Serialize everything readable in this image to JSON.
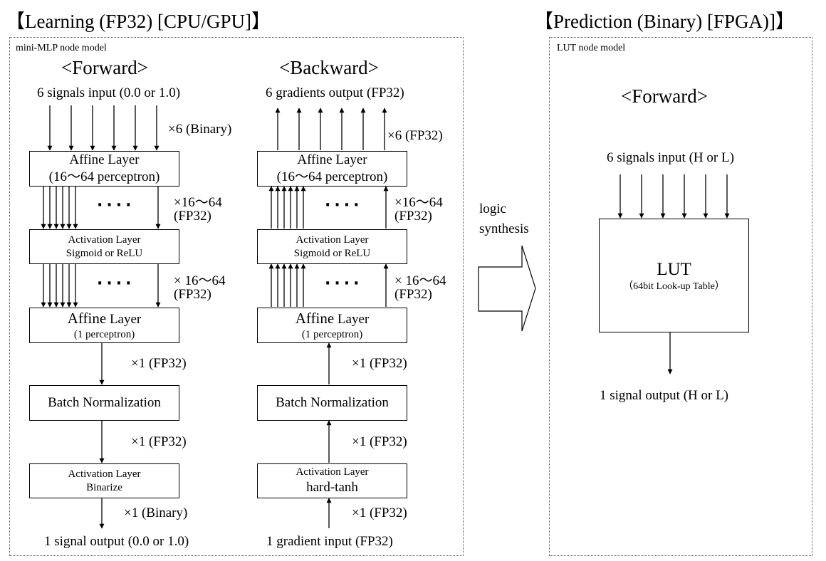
{
  "titles": {
    "learning": "【Learning (FP32)  [CPU/GPU]】",
    "prediction": "【Prediction (Binary) [FPGA)]】"
  },
  "learning_panel": {
    "caption": "mini-MLP node model",
    "forward": {
      "header": "<Forward>",
      "input_label": "6 signals input (0.0 or 1.0)",
      "mult_input": "×6 (Binary)",
      "affine1_title": "Affine Layer",
      "affine1_sub": "(16〜64 perceptron)",
      "mult_a": "×16〜64",
      "unit_a": "(FP32)",
      "act1_title": "Activation Layer",
      "act1_sub": "Sigmoid or ReLU",
      "mult_b": "× 16〜64",
      "unit_b": "(FP32)",
      "affine2_title": "Affine",
      "affine2_title2": " Layer",
      "affine2_sub": "(1 perceptron)",
      "mult_c": "×1 (FP32)",
      "bn": "Batch Normalization",
      "mult_d": "×1 (FP32)",
      "act2_title": "Activation Layer",
      "act2_sub": "Binarize",
      "mult_e": "×1 (Binary)",
      "output_label": "1 signal output (0.0 or 1.0)",
      "dots": "····"
    },
    "backward": {
      "header": "<Backward>",
      "output_label": "6 gradients output (FP32)",
      "mult_output": "×6 (FP32)",
      "affine1_title": "Affine Layer",
      "affine1_sub": "(16〜64 perceptron)",
      "mult_a": "×16〜64",
      "unit_a": "(FP32)",
      "act1_title": "Activation Layer",
      "act1_sub": "Sigmoid or ReLU",
      "mult_b": "× 16〜64",
      "unit_b": "(FP32)",
      "affine2_title": "Affine",
      "affine2_title2": " Layer",
      "affine2_sub": "(1 perceptron)",
      "mult_c": "×1 (FP32)",
      "bn": "Batch Normalization",
      "mult_d": "×1 (FP32)",
      "act2_title": "Activation Layer",
      "act2_sub": "hard-tanh",
      "mult_e": "×1 (FP32)",
      "input_label": "1 gradient input (FP32)",
      "dots": "····"
    }
  },
  "synthesis": {
    "line1": "logic",
    "line2": "synthesis"
  },
  "prediction_panel": {
    "caption": "LUT node model",
    "header": "<Forward>",
    "input_label": "6 signals input (H or L)",
    "lut_title": "LUT",
    "lut_sub": "（64bit Look-up Table）",
    "output_label": "1 signal output (H or L)"
  }
}
